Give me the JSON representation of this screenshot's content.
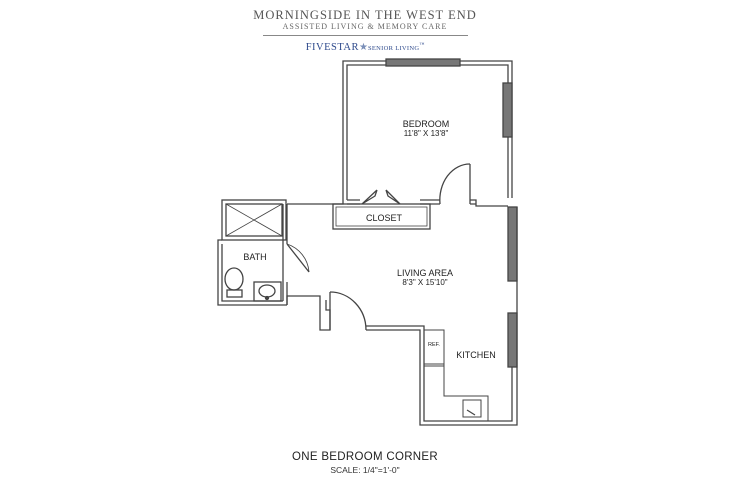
{
  "header": {
    "title": "MORNINGSIDE IN THE WEST END",
    "subtitle": "ASSISTED LIVING & MEMORY CARE",
    "brand_main": "FIVESTAR",
    "brand_sub": "SENIOR LIVING",
    "brand_tm": "™",
    "brand_color": "#2e4a8c"
  },
  "rooms": {
    "bedroom": {
      "name": "BEDROOM",
      "size": "11'8\" X 13'8\""
    },
    "closet": {
      "name": "CLOSET"
    },
    "bath": {
      "name": "BATH"
    },
    "living": {
      "name": "LIVING AREA",
      "size": "8'3\" X 15'10\""
    },
    "kitchen": {
      "name": "KITCHEN"
    },
    "ref": {
      "name": "REF."
    }
  },
  "footer": {
    "title": "ONE BEDROOM CORNER",
    "scale": "SCALE: 1/4\"=1'-0\""
  }
}
